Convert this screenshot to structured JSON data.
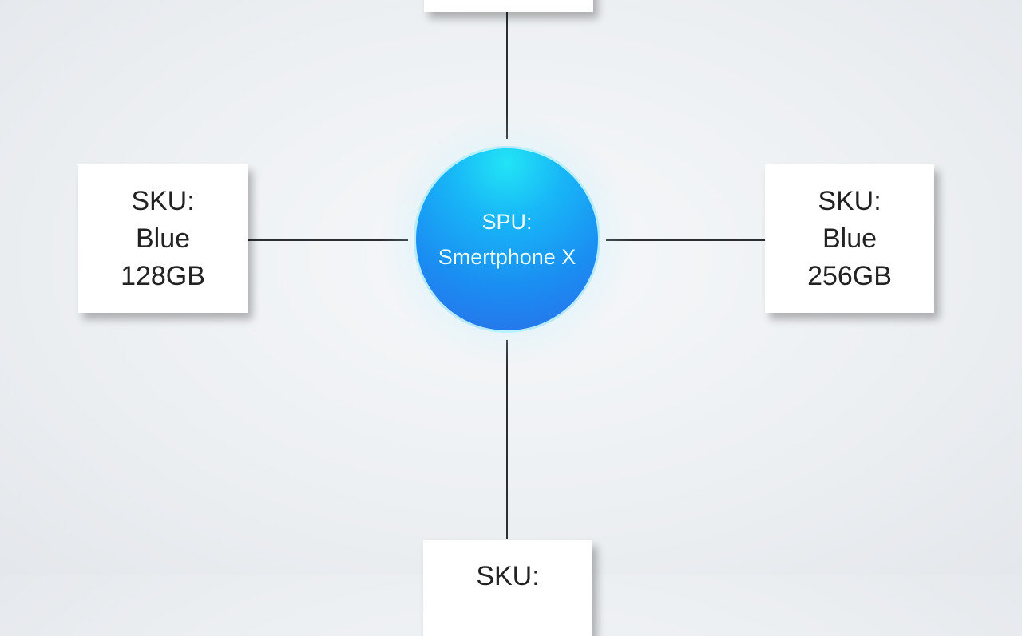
{
  "diagram": {
    "center": {
      "line1": "SPU:",
      "line2": "Smertphone X",
      "color": "#1a8ef2"
    },
    "nodes": {
      "top": {
        "line1": "",
        "line2": "",
        "line3": ""
      },
      "left": {
        "line1": "SKU:",
        "line2": "Blue",
        "line3": "128GB"
      },
      "right": {
        "line1": "SKU:",
        "line2": "Blue",
        "line3": "256GB"
      },
      "bottom": {
        "line1": "SKU:",
        "line2": "",
        "line3": ""
      }
    },
    "connector_color": "#2b2f33"
  }
}
